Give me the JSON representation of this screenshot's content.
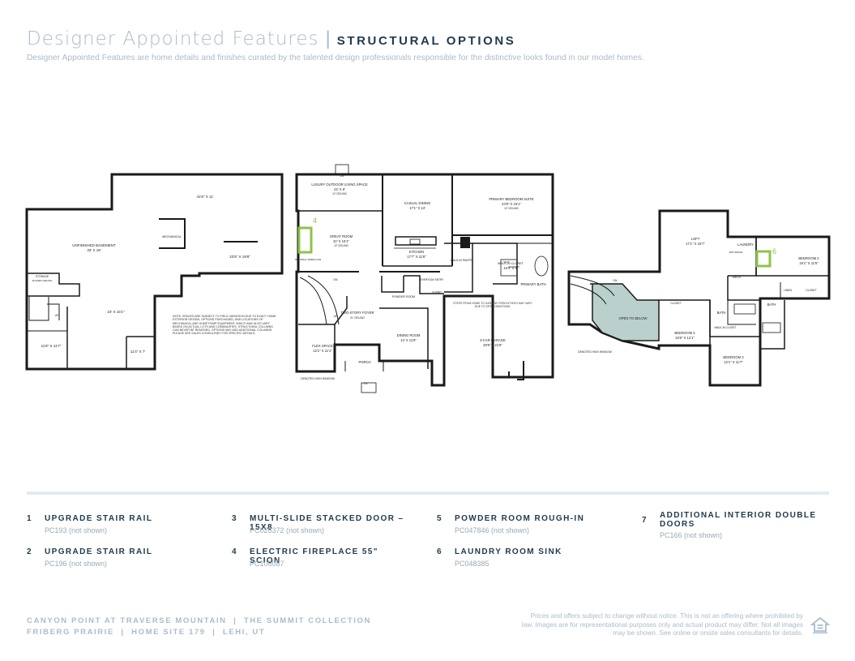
{
  "header": {
    "title": "Designer Appointed Features",
    "separator": "|",
    "section": "STRUCTURAL OPTIONS",
    "description": "Designer Appointed Features are home details and finishes curated by the talented design professionals responsible for the distinctive looks found in our model homes."
  },
  "plans": {
    "basement": {
      "rooms": [
        {
          "name": "UNFINISHED BASEMENT",
          "size": "33' X 19'"
        },
        {
          "name": "",
          "size": "41'8\" X 11'"
        },
        {
          "name": "MECHANICAL",
          "size": ""
        },
        {
          "name": "",
          "size": "23'5\" X 19'8\""
        },
        {
          "name": "STORAGE",
          "size": "SLOPED CEILING"
        },
        {
          "name": "",
          "size": "23' X 15'1\""
        },
        {
          "name": "",
          "size": "11'8\" X 11'7\""
        },
        {
          "name": "",
          "size": "11'4\" X 7'"
        }
      ],
      "stair_label": "UP",
      "note": "NOTE: SPACES ARE SUBJECT TO FIELD VARIATION DUE TO EXACT HOME EXTERIOR DESIGN, OPTIONS PURCHASED, AND LOCATIONS OF MECHANICAL AND SUMP PUMP EQUIPMENT, WHICH MAY ALSO VARY BASED ON ACTUAL LOTS AND COMMUNITIES. STRUCTURAL COLUMNS CAN NEVER BE REMOVED. OPTIONS MAY ADD ADDITIONAL COLUMNS. PLEASE SEE SALES CONSULTANT FOR SPECIFIC DETAILS."
    },
    "main_floor": {
      "rooms": [
        {
          "name": "LUXURY OUTDOOR LIVING SPACE",
          "size": "22' X 9'",
          "note": "12' CEILING"
        },
        {
          "name": "CASUAL DINING",
          "size": "17'1\" X 13'"
        },
        {
          "name": "PRIMARY BEDROOM SUITE",
          "size": "24'9\" X 15'1\"",
          "note": "12' CEILING"
        },
        {
          "name": "GREAT ROOM",
          "size": "22' X 15'1\"",
          "note": "12' CEILING"
        },
        {
          "name": "KITCHEN",
          "size": "17'7\" X 11'6\""
        },
        {
          "name": "WALK-IN PANTRY",
          "size": ""
        },
        {
          "name": "WALK-IN CLOSET",
          "size": "15'4\" X 9'"
        },
        {
          "name": "PRIMARY BATH",
          "size": ""
        },
        {
          "name": "TWO-STORY FOYER",
          "size": "21' CEILING"
        },
        {
          "name": "POWDER ROOM",
          "size": ""
        },
        {
          "name": "DINING ROOM",
          "size": "14' X 11'9\""
        },
        {
          "name": "3-CAR GARAGE",
          "size": "29'9\" X 21'6\""
        },
        {
          "name": "FLEX SPACE",
          "size": "12'1\" X 11'1\""
        },
        {
          "name": "PORCH",
          "size": ""
        },
        {
          "name": "EVERYDAY ENTRY",
          "size": ""
        },
        {
          "name": "CLOSET",
          "size": ""
        },
        {
          "name": "SEAT",
          "size": ""
        },
        {
          "name": "SHOWER",
          "size": ""
        }
      ],
      "labels": {
        "outdoor_dn": "DN",
        "front_dn": "DN",
        "stair_dn": "DN",
        "stair_up": "UP",
        "garage_note": "STEPS FROM HOME TO GARAGE/ PORCH/ PATIO MAY VARY DUE TO SITE CONDITIONS.",
        "high_window": "DENOTES HIGH WINDOW",
        "optional_fireplace": "OPTIONAL FIREPLACE",
        "marker_number": "4"
      }
    },
    "upper_floor": {
      "rooms": [
        {
          "name": "LOFT",
          "size": "17'1\" X 15'7\""
        },
        {
          "name": "LAUNDRY",
          "size": ""
        },
        {
          "name": "BEDROOM 2",
          "size": "15'1\" X 11'5\""
        },
        {
          "name": "OPEN TO BELOW",
          "size": ""
        },
        {
          "name": "BEDROOM 4",
          "size": "15'9\" X 12'1\""
        },
        {
          "name": "BEDROOM 3",
          "size": "12'1\" X 11'7\""
        },
        {
          "name": "BATH",
          "size": ""
        },
        {
          "name": "BATH",
          "size": ""
        },
        {
          "name": "WALK-IN CLOSET",
          "size": ""
        },
        {
          "name": "CLOSET",
          "size": ""
        },
        {
          "name": "CLOSET",
          "size": ""
        },
        {
          "name": "LINEN",
          "size": ""
        },
        {
          "name": "MECH",
          "size": ""
        },
        {
          "name": "W/D SPACE",
          "size": ""
        }
      ],
      "labels": {
        "stair_dn": "DN",
        "high_window": "DENOTES HIGH WINDOW",
        "marker_number": "6"
      }
    }
  },
  "options": [
    {
      "number": "1",
      "title": "UPGRADE STAIR RAIL",
      "code": "PC193 (not shown)"
    },
    {
      "number": "2",
      "title": "UPGRADE STAIR RAIL",
      "code": "PC196 (not shown)"
    },
    {
      "number": "3",
      "title": "MULTI-SLIDE STACKED DOOR – 15X8",
      "code": "PC026372 (not shown)"
    },
    {
      "number": "4",
      "title": "ELECTRIC FIREPLACE 55\" SCION",
      "code": "PC106087"
    },
    {
      "number": "5",
      "title": "POWDER ROOM ROUGH-IN",
      "code": "PC047846 (not shown)"
    },
    {
      "number": "6",
      "title": "LAUNDRY ROOM SINK",
      "code": "PC048385"
    },
    {
      "number": "7",
      "title": "ADDITIONAL INTERIOR DOUBLE DOORS",
      "code": "PC166 (not shown)"
    }
  ],
  "footer": {
    "line1": "CANYON POINT AT TRAVERSE MOUNTAIN  |  THE SUMMIT COLLECTION",
    "line2": "FRIBERG PRAIRIE  |  HOME SITE 179  |  LEHI, UT",
    "disclaimer": "Prices and offers subject to change without notice. This is not an offering where prohibited by law. Images are for representational purposes only and actual product may differ. Not all images may be shown. See online or onsite sales consultants for details.",
    "logo_icon": "equal-housing-opportunity-icon"
  },
  "colors": {
    "title": "#a9bccb",
    "navy": "#1f3a4d",
    "marker": "#8cc34b",
    "open_to_below": "#b9d0cc"
  }
}
